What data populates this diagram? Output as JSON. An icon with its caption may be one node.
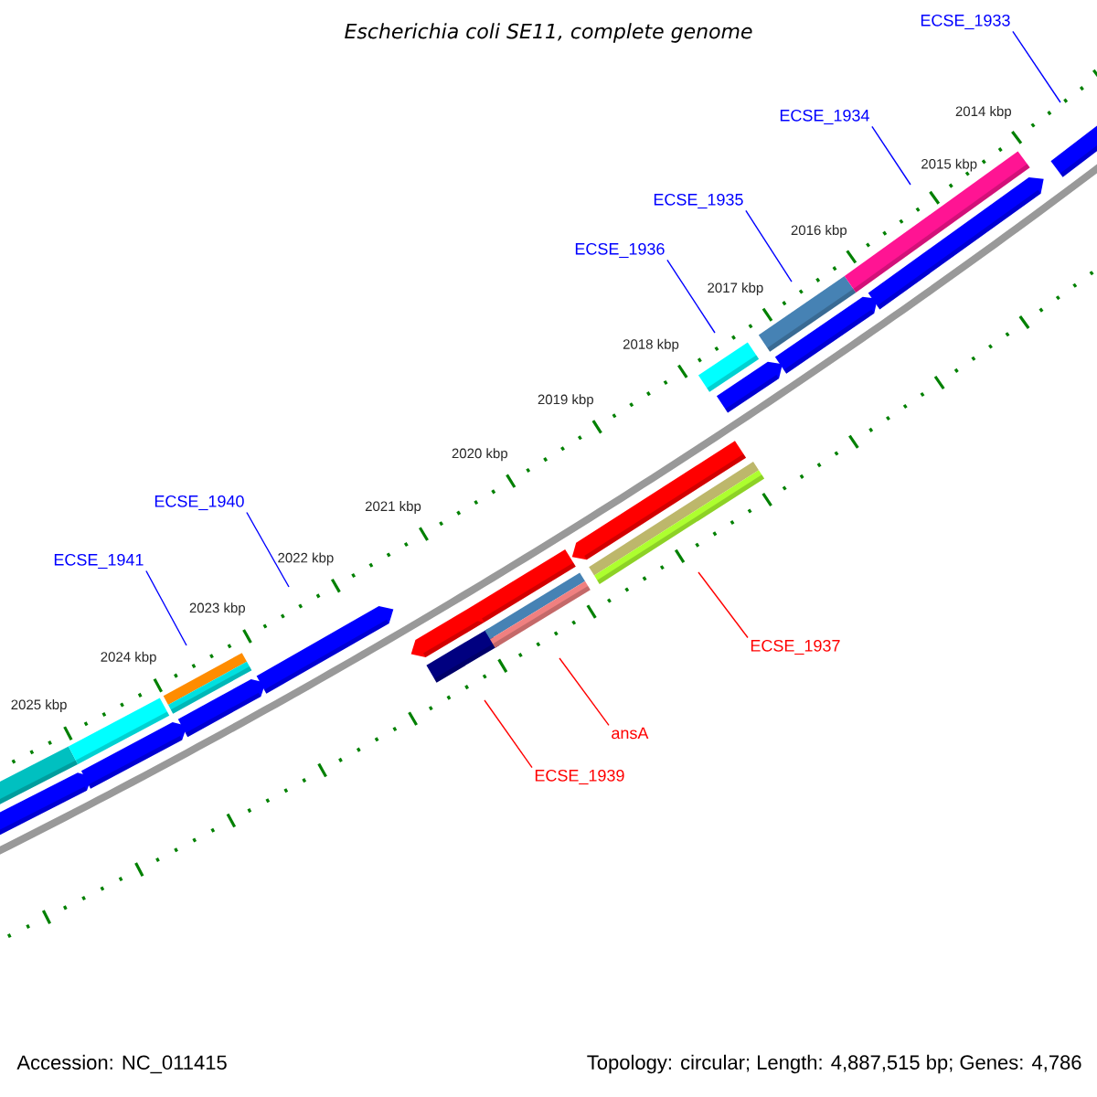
{
  "diagram": {
    "title": "Escherichia coli SE11, complete genome",
    "nodes": [
      {
        "text": [
          "ECSE_1933"
        ]
      },
      {
        "text": [
          "ECSE_1934"
        ]
      },
      {
        "text": [
          "ECSE_1935"
        ]
      },
      {
        "text": [
          "ECSE_1936"
        ]
      },
      {
        "text": [
          "ECSE_1940"
        ]
      },
      {
        "text": [
          "ECSE_1941"
        ]
      },
      {
        "text": [
          "ECSE_1937"
        ]
      },
      {
        "text": [
          "ansA"
        ]
      },
      {
        "text": [
          "ECSE_1939"
        ]
      }
    ],
    "edges": [
      {
        "from": 0,
        "to": null,
        "arrow": "none"
      },
      {
        "from": 1,
        "to": null,
        "arrow": "none"
      },
      {
        "from": 2,
        "to": null,
        "arrow": "none"
      },
      {
        "from": 3,
        "to": null,
        "arrow": "none"
      },
      {
        "from": 4,
        "to": null,
        "arrow": "none"
      },
      {
        "from": 5,
        "to": null,
        "arrow": "none"
      },
      {
        "from": 6,
        "to": null,
        "arrow": "none",
        "color": "#ff0000"
      },
      {
        "from": 7,
        "to": null,
        "arrow": "none",
        "color": "#ff0000"
      },
      {
        "from": 8,
        "to": null,
        "arrow": "none",
        "color": "#ff0000"
      }
    ],
    "labels": [
      "2014 kbp",
      "2015 kbp",
      "2016 kbp",
      "2017 kbp",
      "2018 kbp",
      "2019 kbp",
      "2020 kbp",
      "2021 kbp",
      "2022 kbp",
      "2023 kbp",
      "2024 kbp",
      "2025 kbp",
      "Accession: NC_011415",
      "Topology: circular; Length: 4,887,515 bp; Genes: 4,786"
    ]
  }
}
